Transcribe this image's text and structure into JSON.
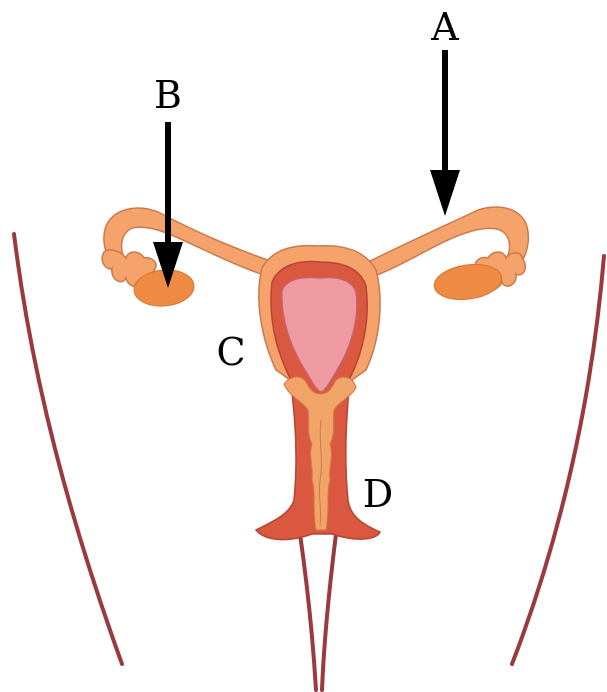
{
  "labels": {
    "a": "A",
    "b": "B",
    "c": "C",
    "d": "D"
  },
  "colors": {
    "background": "#ffffff",
    "body_outline": "#9a3a3e",
    "tube_fill": "#f5a36a",
    "tube_outline": "#c97a4e",
    "ovary_fill": "#ef8a43",
    "uterus_wall": "#d9583f",
    "uterus_outline": "#b84434",
    "cavity_fill": "#ef9aa0",
    "cavity_outline": "#c9606a",
    "cervical_canal": "#f2a468",
    "arrow": "#000000",
    "label_text": "#000000"
  }
}
